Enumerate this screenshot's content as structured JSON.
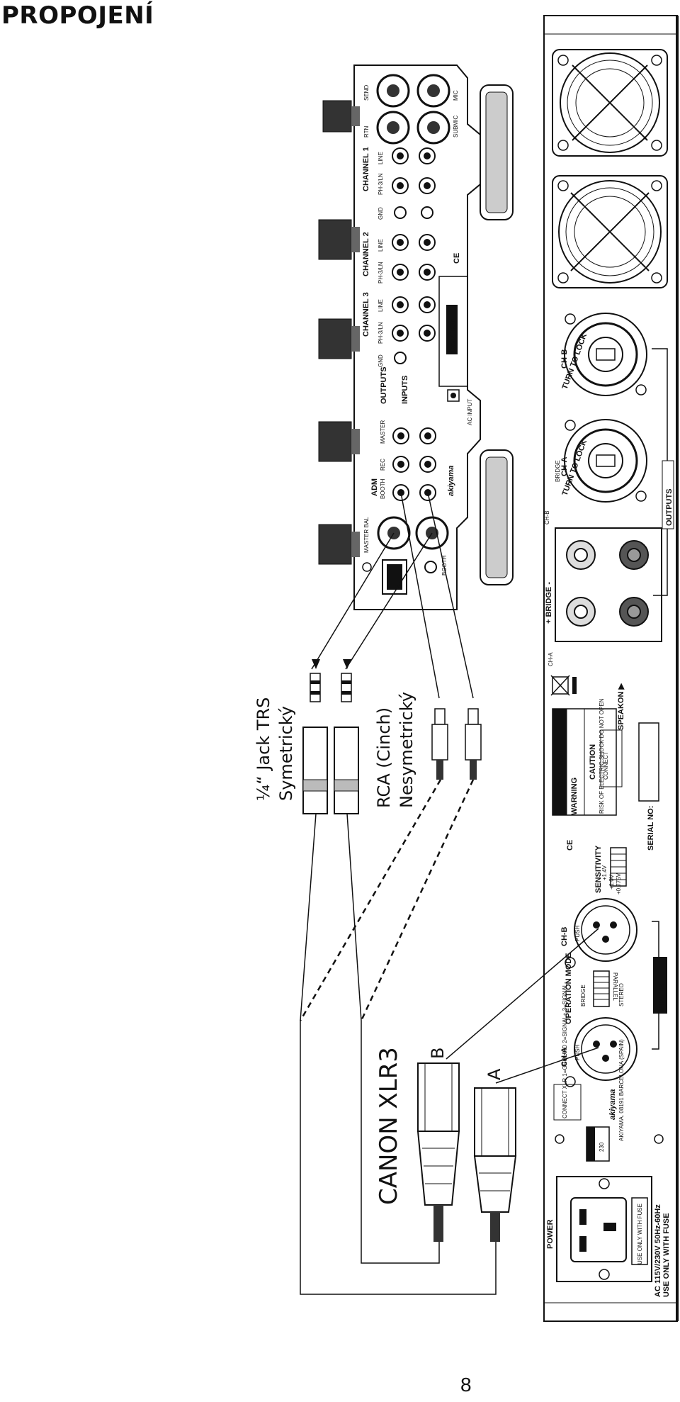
{
  "page": {
    "title": "PROPOJENÍ",
    "page_number": "8"
  },
  "cables": {
    "jack_line1": "¼“ Jack TRS",
    "jack_line2": "Symetrický",
    "rca_line1": "RCA (Cinch)",
    "rca_line2": "Nesymetrický",
    "xlr": "CANON XLR3",
    "plug_a": "A",
    "plug_b": "B"
  },
  "mixer": {
    "brand": "akiyama",
    "logo": "ADM",
    "channels": [
      "CHANNEL 1",
      "CHANNEL 2",
      "CHANNEL 3"
    ],
    "labels": {
      "master_bal": "MASTER BAL",
      "booth": "BOOTH",
      "rec": "REC",
      "master": "MASTER",
      "outputs": "OUTPUTS",
      "inputs": "INPUTS",
      "gnd": "GND",
      "line": "LINE",
      "ph_cd_in": "PH-3/LN",
      "send": "SEND",
      "rtn": "RTN",
      "subm": "SUBMIC",
      "mic": "MIC",
      "ac_input": "AC INPUT",
      "caution": "CAUTION"
    }
  },
  "amplifier": {
    "brand": "akiyama",
    "address": "AKIYAMA. 08191 BARCELONA (SPAIN)",
    "labels": {
      "ch_a": "CH-A",
      "ch_b": "CH-B",
      "bridge": "BRIDGE",
      "bridge_plus": "+ BRIDGE -",
      "turn_to_lock": "TURN TO LOCK",
      "outputs": "OUTPUTS",
      "inputs": "INPUTS",
      "operation_mode": "OPERATION MODE",
      "mode_bridge": "BRIDGE",
      "mode_stereo": "STEREO",
      "mode_parallel": "PARALLEL",
      "push": "PUSH",
      "sensitivity": "SENSITIVITY",
      "sens_1": "+1.4V",
      "sens_2": "+1.0V",
      "sens_3": "+0.775V",
      "serial_no": "SERIAL NO:",
      "speakon": "SPEAKON ▶",
      "connect": "CONNECT",
      "power": "POWER",
      "ac_rating": "AC 115V/230V  50Hz-60Hz",
      "use_fuse": "USE ONLY WITH FUSE",
      "voltage": "230",
      "warning": "WARNING",
      "caution": "CAUTION",
      "risk": "RISK OF ELECTRIC SHOCK DO NOT OPEN",
      "xlr_pin": "CONNECT XLR 1=GROUND 2=SIGNAL+ 3=SIGNAL-"
    }
  }
}
